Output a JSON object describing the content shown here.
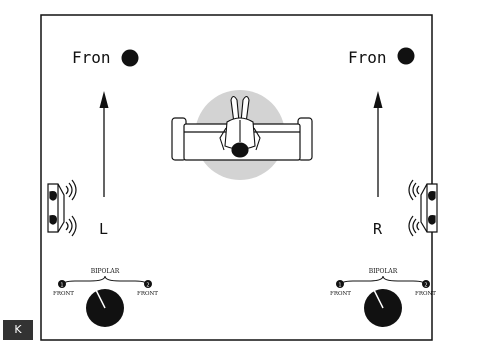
{
  "speakers": {
    "front_left_label": "Fron",
    "front_right_label": "Fron",
    "left_channel": "L",
    "right_channel": "R"
  },
  "switches": {
    "left": {
      "option_1": "FRONT",
      "option_mid": "BIPOLAR",
      "option_2": "FRONT",
      "num_1": "1",
      "num_2": "2"
    },
    "right": {
      "option_1": "FRONT",
      "option_mid": "BIPOLAR",
      "option_2": "FRONT",
      "num_1": "1",
      "num_2": "2"
    }
  },
  "corner_badge": "K",
  "colors": {
    "line": "#111111",
    "listening_area": "#d3d3d3",
    "badge_bg": "#333333"
  }
}
